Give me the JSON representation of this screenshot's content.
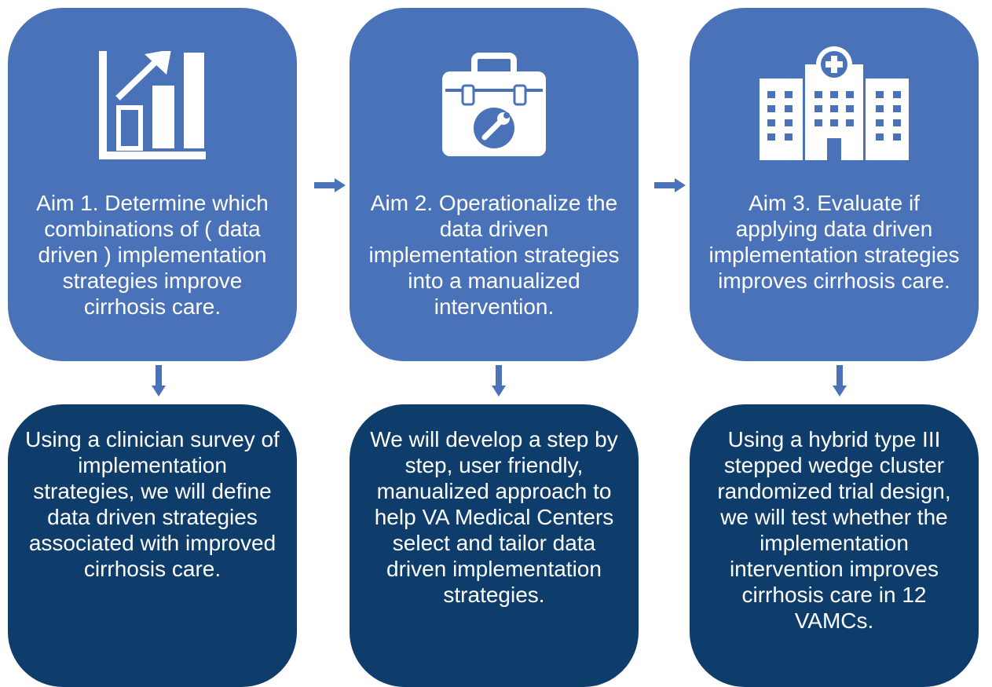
{
  "aims": [
    {
      "text": "Aim 1. Determine which combinations of ( data driven ) implementation strategies improve cirrhosis care.",
      "icon": "chart-growth-icon",
      "result": "Using a clinician survey of implementation strategies, we will define data driven  strategies associated with improved cirrhosis care."
    },
    {
      "text": "Aim 2. Operationalize the  data driven implementation strategies into a manualized intervention.",
      "icon": "toolbox-icon",
      "result": "We will develop a step by step, user friendly, manualized approach to help VA Medical Centers select and tailor  data driven implementation strategies."
    },
    {
      "text": "Aim 3. Evaluate if applying  data driven implementation strategies improves cirrhosis care.",
      "icon": "hospital-icon",
      "result": "Using a hybrid type III stepped wedge cluster randomized trial design, we will test whether the implementation intervention improves cirrhosis care in 12 VAMCs."
    }
  ],
  "colors": {
    "aim_box": "#4a72b8",
    "result_box": "#0f3d6b",
    "arrow": "#4a72b8"
  }
}
